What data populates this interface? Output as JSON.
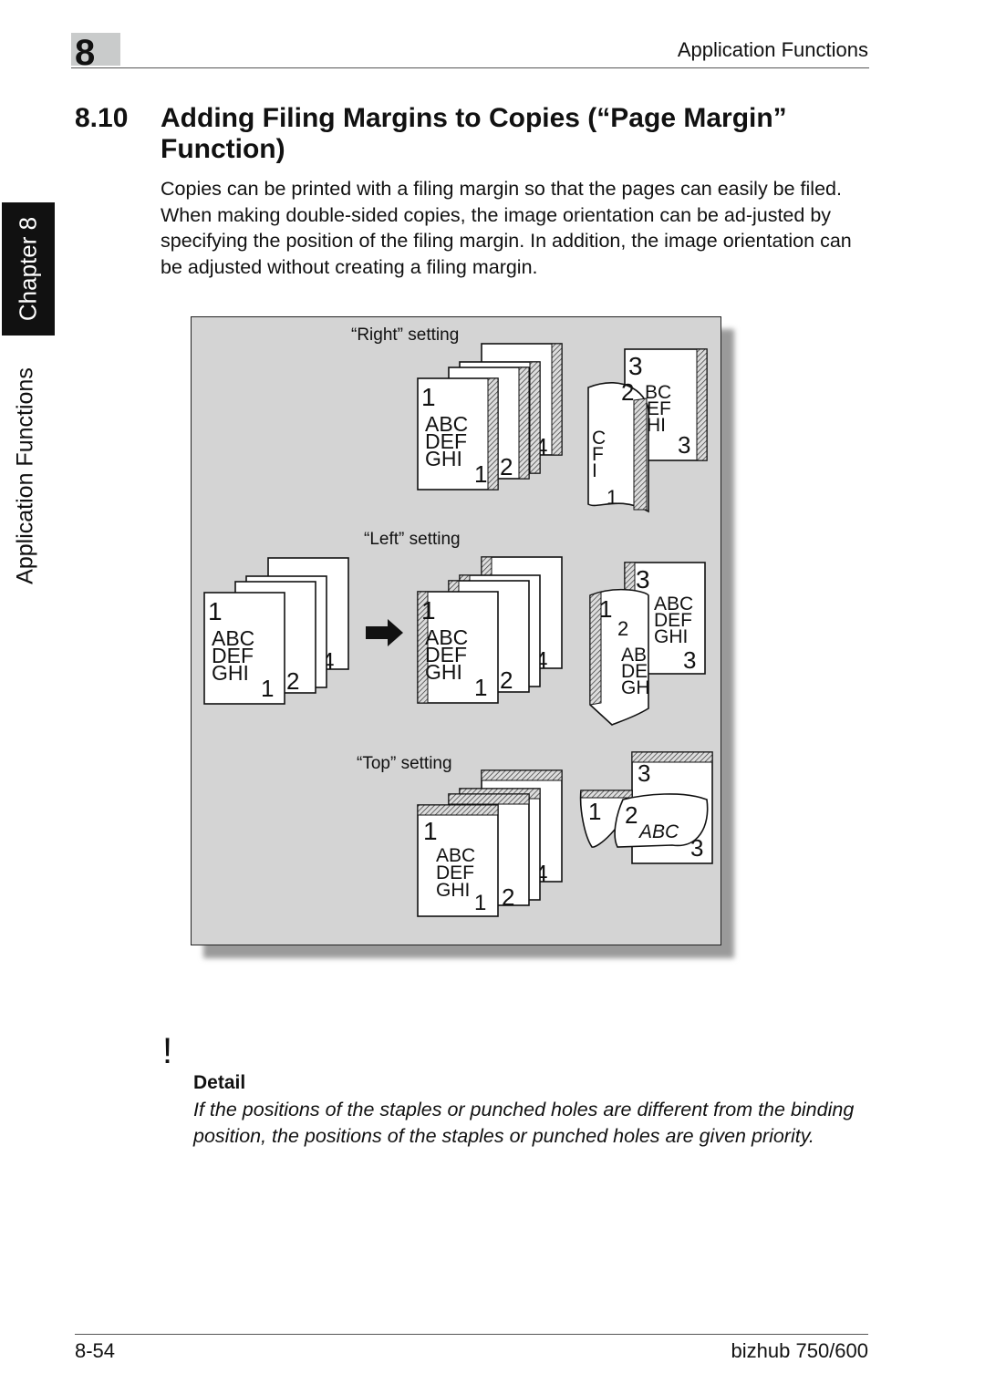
{
  "header": {
    "chapter_number": "8",
    "title": "Application Functions"
  },
  "side_tab": {
    "chapter_label": "Chapter 8",
    "section_label": "Application Functions"
  },
  "section": {
    "number": "8.10",
    "title": "Adding Filing Margins to Copies (“Page Margin” Function)"
  },
  "body": "Copies can be printed with a filing margin so that the pages can easily be filed. When making double-sided copies, the image orientation can be ad-justed by specifying the position of the filing margin. In addition, the image orientation can be adjusted without creating a filing margin.",
  "figure": {
    "right_label": "“Right” setting",
    "left_label": "“Left” setting",
    "top_label": "“Top” setting",
    "page_text": [
      "ABC",
      "DEF",
      "GHI"
    ],
    "page_numbers": [
      "1",
      "2",
      "3",
      "4"
    ]
  },
  "note": {
    "mark": "!",
    "heading": "Detail",
    "text": "If the positions of the staples or punched holes are different from the binding position, the positions of the staples or punched holes are given priority."
  },
  "footer": {
    "page": "8-54",
    "product": "bizhub 750/600"
  }
}
